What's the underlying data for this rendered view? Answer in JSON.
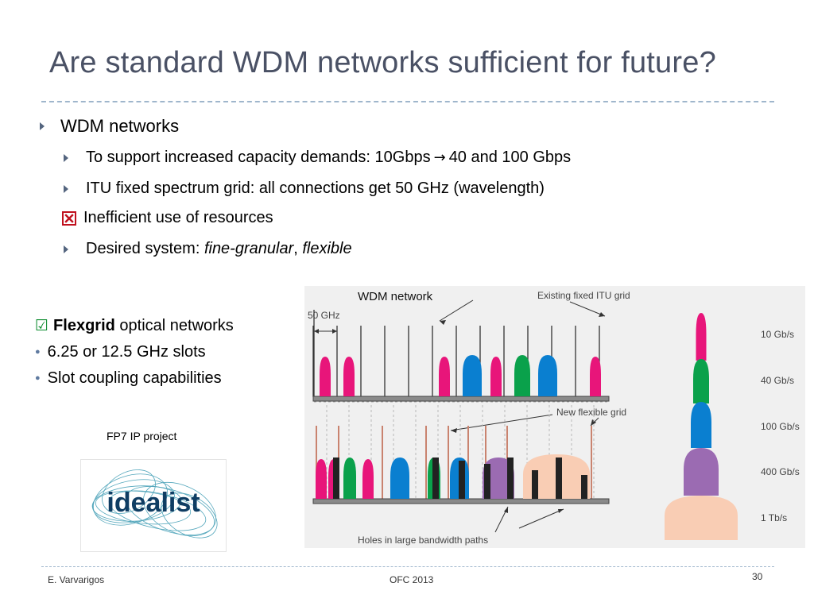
{
  "slide": {
    "title": "Are standard WDM networks sufficient for future?",
    "page_number": "30"
  },
  "bullets": {
    "main": "WDM networks",
    "items": [
      {
        "before": "To support increased capacity demands: 10Gbps",
        "arrow": "→",
        "after": "40 and 100 Gbps"
      },
      {
        "text": "ITU fixed spectrum grid: all connections get 50 GHz (wavelength)"
      },
      {
        "text": "Inefficient use of resources"
      },
      {
        "prefix": "Desired system:",
        "italic_a": "fine-granular",
        "comma": ",",
        "italic_b": "flexible"
      }
    ]
  },
  "flexgrid": {
    "check_icon": "☑",
    "bold": "Flexgrid",
    "rest": "optical networks",
    "points": [
      "6.25 or 12.5 GHz slots",
      "Slot coupling capabilities"
    ]
  },
  "project": {
    "label": "FP7 IP project",
    "logo_text": "idealist"
  },
  "figure": {
    "top_label": "WDM network",
    "spacing_label": "50 GHz",
    "fixed_grid_label": "Existing fixed ITU grid",
    "flex_grid_label": "New flexible grid",
    "holes_label": "Holes in large bandwidth paths",
    "rates": [
      "10 Gb/s",
      "40 Gb/s",
      "100 Gb/s",
      "400 Gb/s",
      "1 Tb/s"
    ],
    "colors": {
      "c10": "#e8157a",
      "c40": "#0aa14b",
      "c100": "#0a7fd0",
      "c400": "#9b6bb2",
      "c1t": "#f9cdb4",
      "carrier": "#222222",
      "grid_line": "#333333",
      "flex_line": "#c9836f"
    }
  },
  "footer": {
    "author": "E. Varvarigos",
    "event": "OFC 2013"
  }
}
